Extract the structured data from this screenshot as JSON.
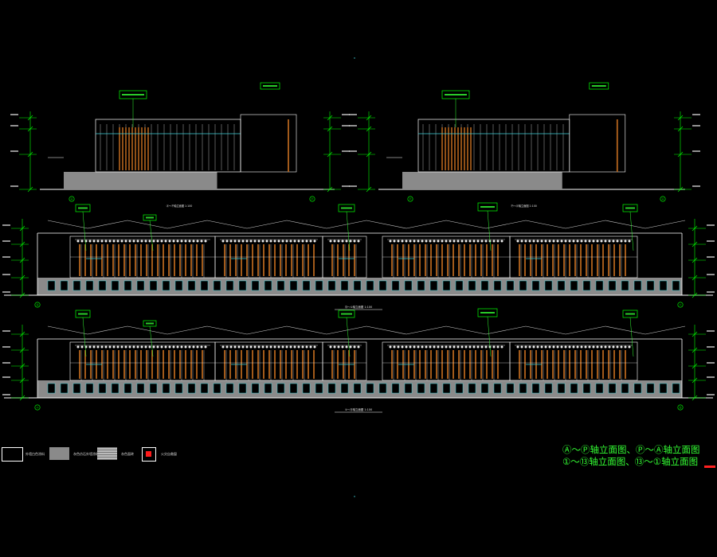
{
  "drawing": {
    "background": "#000000",
    "colors": {
      "outline": "#ffffff",
      "dimension": "#00ff00",
      "annotation": "#33ff33",
      "glazing": "#3fd0d8",
      "timber": "#b5651d",
      "base": "#8a8a8a",
      "accent": "#ffd000",
      "highlight": "#ff2020"
    },
    "title_block": {
      "line1": "Ⓐ～Ⓟ轴立面图、Ⓟ～Ⓐ轴立面图",
      "line2": "①～⑬轴立面图、⑬～①轴立面图"
    },
    "legend": [
      {
        "label": "外墙白色涂料",
        "icon": "white-outline-swatch"
      },
      {
        "label": "灰色仿石外墙涂料",
        "icon": "grey-fill-swatch"
      },
      {
        "label": "灰色面砖",
        "icon": "grey-hatch-swatch"
      },
      {
        "label": "火灾自救窗",
        "icon": "red-square-swatch"
      }
    ],
    "elevations": [
      {
        "id": "elev-a-p",
        "caption": "Ⓐ～Ⓟ轴立面图",
        "scale": "1:100",
        "axis_start": "Ⓐ",
        "axis_end": "Ⓟ"
      },
      {
        "id": "elev-p-a",
        "caption": "Ⓟ～Ⓐ轴立面图",
        "scale": "1:100",
        "axis_start": "Ⓟ",
        "axis_end": "Ⓐ"
      },
      {
        "id": "elev-13-1",
        "caption": "⑬～①轴立面图",
        "scale": "1:100",
        "axis_start": "⑬",
        "axis_end": "①"
      },
      {
        "id": "elev-1-13",
        "caption": "①～⑬轴立面图",
        "scale": "1:100",
        "axis_start": "①",
        "axis_end": "⑬"
      }
    ]
  }
}
